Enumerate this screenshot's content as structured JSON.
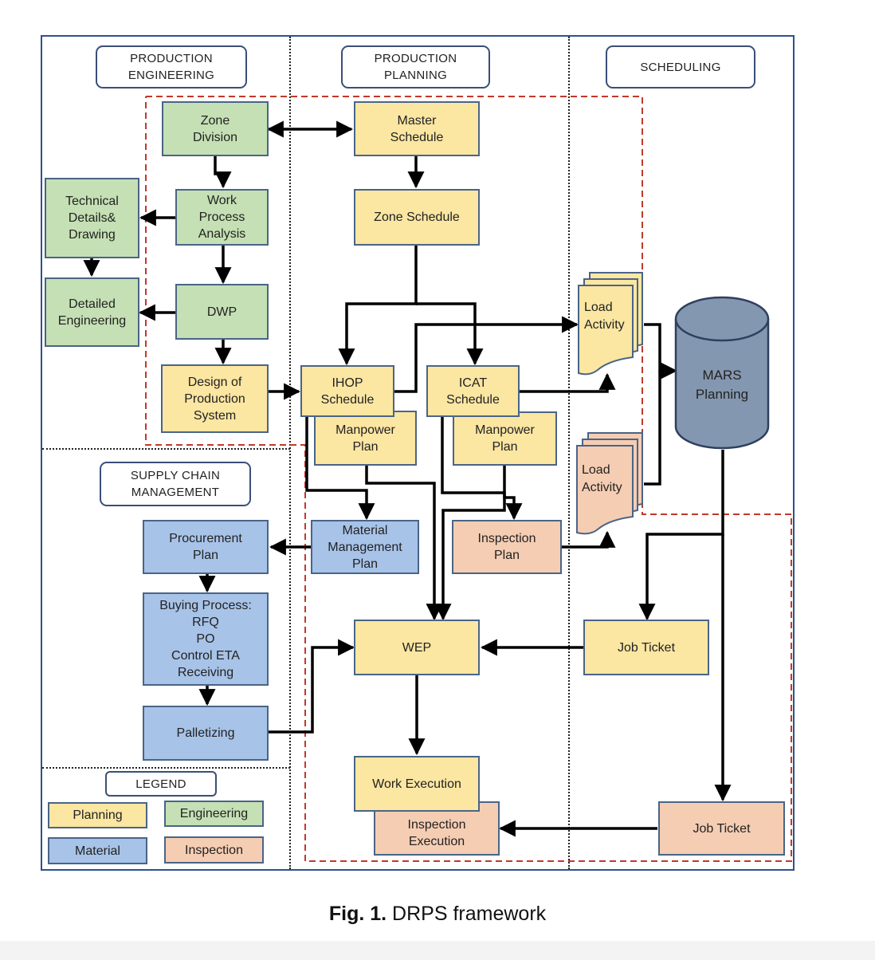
{
  "headers": {
    "production_engineering": "PRODUCTION\nENGINEERING",
    "production_planning": "PRODUCTION\nPLANNING",
    "scheduling": "SCHEDULING",
    "supply_chain": "SUPPLY CHAIN\nMANAGEMENT",
    "legend": "LEGEND"
  },
  "nodes": {
    "zone_division": "Zone\nDivision",
    "master_schedule": "Master\nSchedule",
    "work_process_analysis": "Work\nProcess\nAnalysis",
    "technical_details": "Technical\nDetails&\nDrawing",
    "zone_schedule": "Zone Schedule",
    "detailed_engineering": "Detailed\nEngineering",
    "dwp": "DWP",
    "design_production_system": "Design of\nProduction\nSystem",
    "ihop_schedule": "IHOP\nSchedule",
    "icat_schedule": "ICAT\nSchedule",
    "manpower_plan_1": "Manpower\nPlan",
    "manpower_plan_2": "Manpower\nPlan",
    "load_activity_1": "Load\nActivity",
    "load_activity_2": "Load\nActivity",
    "mars_planning": "MARS\nPlanning",
    "procurement_plan": "Procurement\nPlan",
    "material_management_plan": "Material\nManagement\nPlan",
    "inspection_plan": "Inspection\nPlan",
    "buying_process": "Buying Process:\nRFQ\nPO\nControl ETA\nReceiving",
    "wep": "WEP",
    "job_ticket_1": "Job Ticket",
    "palletizing": "Palletizing",
    "work_execution": "Work Execution",
    "inspection_execution": "Inspection\nExecution",
    "job_ticket_2": "Job Ticket"
  },
  "legend": {
    "planning": "Planning",
    "engineering": "Engineering",
    "material": "Material",
    "inspection": "Inspection"
  },
  "caption": {
    "label": "Fig. 1.",
    "text": "DRPS framework"
  },
  "colors": {
    "planning": "#fbe6a2",
    "engineering": "#c5e0b4",
    "material": "#a8c3e8",
    "inspection": "#f5cdb3",
    "database": "#8497b0",
    "dashed_boundary": "#c0392b",
    "frame": "#2f4f8f"
  }
}
